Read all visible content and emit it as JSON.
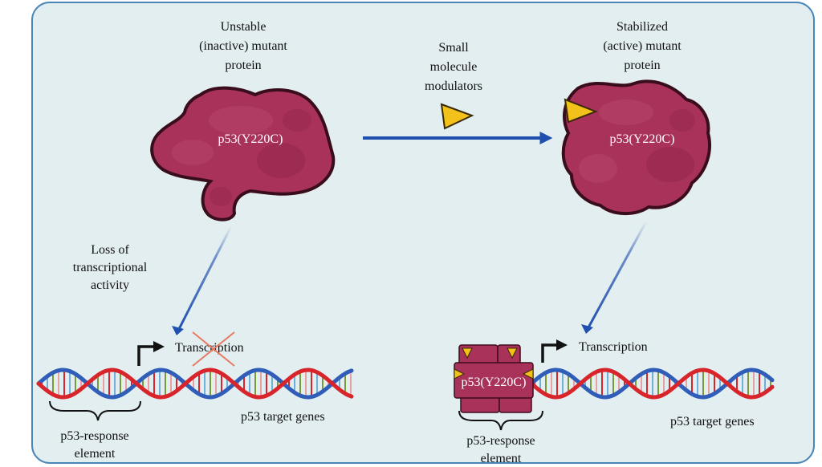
{
  "left": {
    "protein_caption": [
      "Unstable",
      "(inactive) mutant",
      "protein"
    ],
    "protein_label": "p53(Y220C)",
    "loss_caption": [
      "Loss of",
      "transcriptional",
      "activity"
    ],
    "transcription_label": "Transcription",
    "target_genes_label": "p53 target genes",
    "response_element_label": [
      "p53-response",
      "element"
    ]
  },
  "middle": {
    "modulator_caption": [
      "Small",
      "molecule",
      "modulators"
    ]
  },
  "right": {
    "protein_caption": [
      "Stabilized",
      "(active) mutant",
      "protein"
    ],
    "protein_label": "p53(Y220C)",
    "bound_label": "p53(Y220C)",
    "transcription_label": "Transcription",
    "target_genes_label": "p53 target genes",
    "response_element_label": [
      "p53-response",
      "element"
    ]
  },
  "colors": {
    "panel_bg": "#e3eef0",
    "panel_border": "#4a86b8",
    "protein": "#a8325a",
    "protein_dark": "#3a0d1c",
    "modulator": "#f2c21a",
    "arrow": "#1f4faf",
    "dna_red": "#d8242b",
    "dna_blue": "#2f5db8",
    "cross": "#e87a62"
  },
  "icons": {
    "promoter_arrow": "bent-arrow-icon",
    "modulator": "triangle-icon",
    "blocked": "x-cross-icon"
  }
}
